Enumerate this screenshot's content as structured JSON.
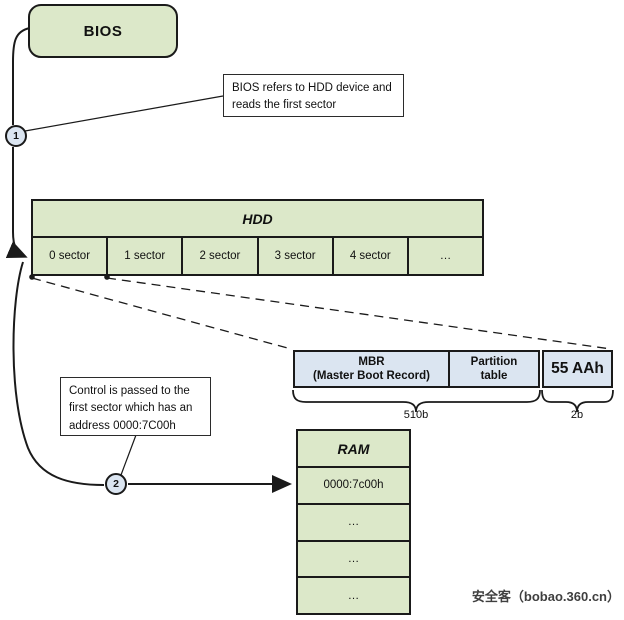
{
  "colors": {
    "green_fill": "#dce8c9",
    "blue_fill": "#dbe5f1",
    "line_color": "#1a1a1a",
    "watermark_color": "#3f3f3f"
  },
  "bios": {
    "label": "BIOS"
  },
  "step1": {
    "number": "1",
    "note": "BIOS refers to HDD device and reads the first sector"
  },
  "hdd": {
    "title": "HDD",
    "cells": [
      "0 sector",
      "1 sector",
      "2 sector",
      "3 sector",
      "4 sector",
      "…"
    ]
  },
  "mbr": {
    "cell1_line1": "MBR",
    "cell1_line2": "(Master Boot Record)",
    "cell2_line1": "Partition",
    "cell2_line2": "table",
    "signature": "55 AAh",
    "size_main": "510b",
    "size_signature": "2b"
  },
  "step2": {
    "number": "2",
    "note": "Control is passed to the first sector which has an address 0000:7C00h"
  },
  "ram": {
    "title": "RAM",
    "rows": [
      "0000:7c00h",
      "…",
      "…",
      "…"
    ]
  },
  "watermark": "安全客（bobao.360.cn）"
}
